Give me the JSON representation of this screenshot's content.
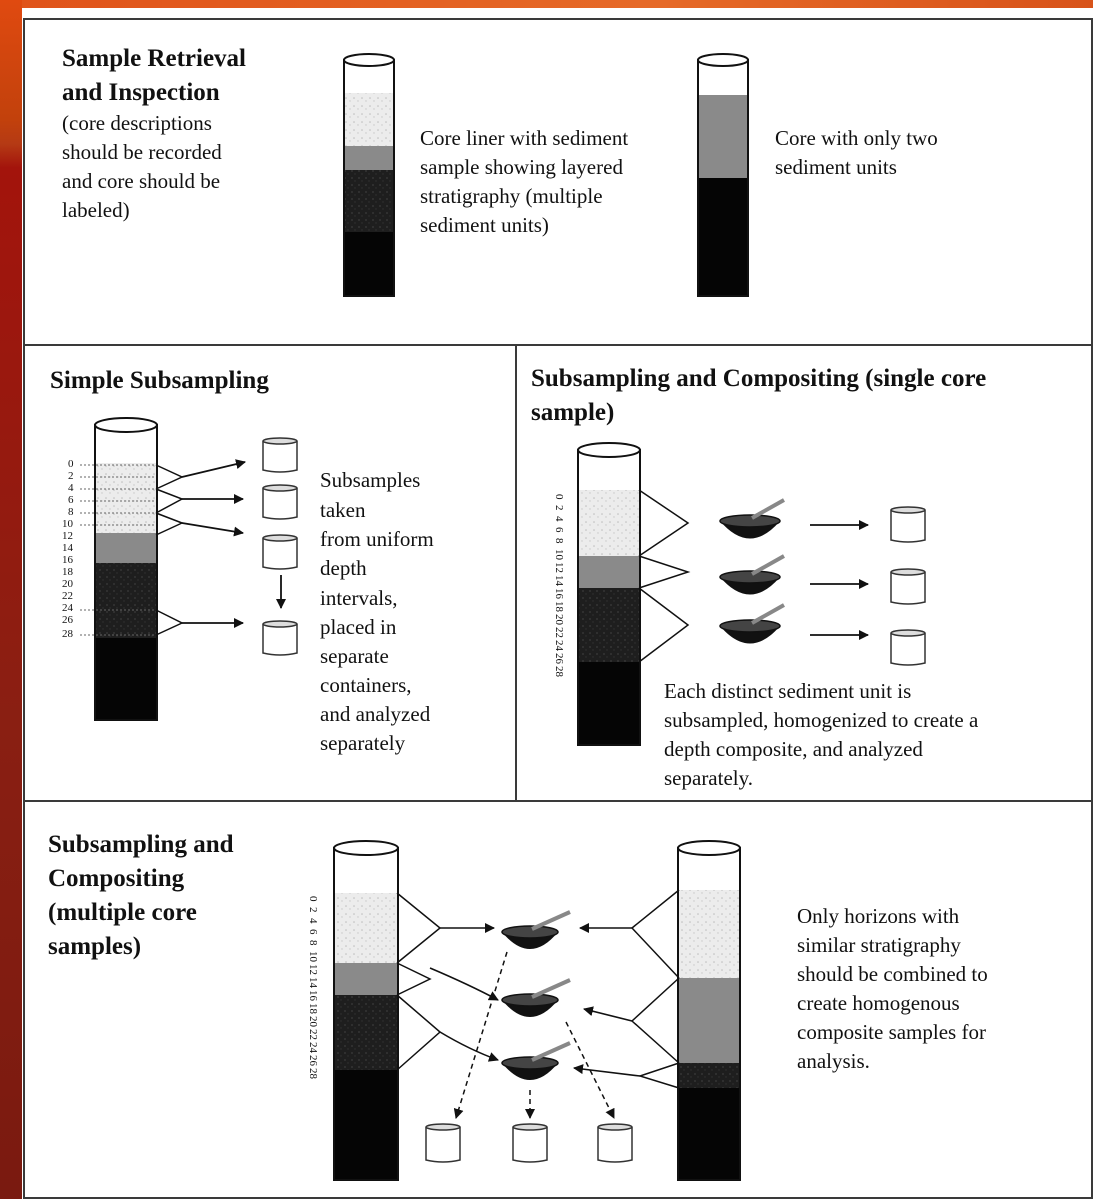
{
  "panels": {
    "retrieval": {
      "title_line1": "Sample Retrieval",
      "title_line2": "and Inspection",
      "note_line1": "(core descriptions",
      "note_line2": "should be recorded",
      "note_line3": "and core should be",
      "note_line4": "labeled)",
      "layered_caption_line1": "Core liner with sediment",
      "layered_caption_line2": "sample showing layered",
      "layered_caption_line3": "stratigraphy (multiple",
      "layered_caption_line4": "sediment units)",
      "two_unit_caption_line1": "Core with only two",
      "two_unit_caption_line2": "sediment units"
    },
    "simple": {
      "title": "Simple Subsampling",
      "depth_labels": [
        "0",
        "2",
        "4",
        "6",
        "8",
        "10",
        "12",
        "14",
        "16",
        "18",
        "20",
        "22",
        "24",
        "26",
        "28"
      ],
      "caption_lines": [
        "Subsamples",
        "taken",
        "from uniform",
        "depth",
        "intervals,",
        "placed in",
        "separate",
        "containers,",
        "and analyzed",
        "separately"
      ]
    },
    "single_core": {
      "title_line1": "Subsampling and Compositing (single core",
      "title_line2": "sample)",
      "depth_labels": [
        "0",
        "2",
        "4",
        "6",
        "8",
        "10",
        "12",
        "14",
        "16",
        "18",
        "20",
        "22",
        "24",
        "26",
        "28"
      ],
      "caption_lines": [
        "Each distinct sediment unit is",
        "subsampled, homogenized to create a",
        "depth composite, and analyzed",
        "separately."
      ]
    },
    "multi_core": {
      "title_lines": [
        "Subsampling and",
        "Compositing",
        "(multiple core",
        "samples)"
      ],
      "depth_labels": [
        "0",
        "2",
        "4",
        "6",
        "8",
        "10",
        "12",
        "14",
        "16",
        "18",
        "20",
        "22",
        "24",
        "26",
        "28"
      ],
      "caption_lines": [
        "Only horizons with",
        "similar stratigraphy",
        "should be combined to",
        "create homogenous",
        "composite samples for",
        "analysis."
      ]
    }
  },
  "colors": {
    "liner": "#ffffff",
    "light_sediment": "#ececec",
    "mid_sediment": "#8a8a8a",
    "dark_sediment": "#1e1e1e",
    "black_sediment": "#050505",
    "sidebar": "#a3140c"
  }
}
